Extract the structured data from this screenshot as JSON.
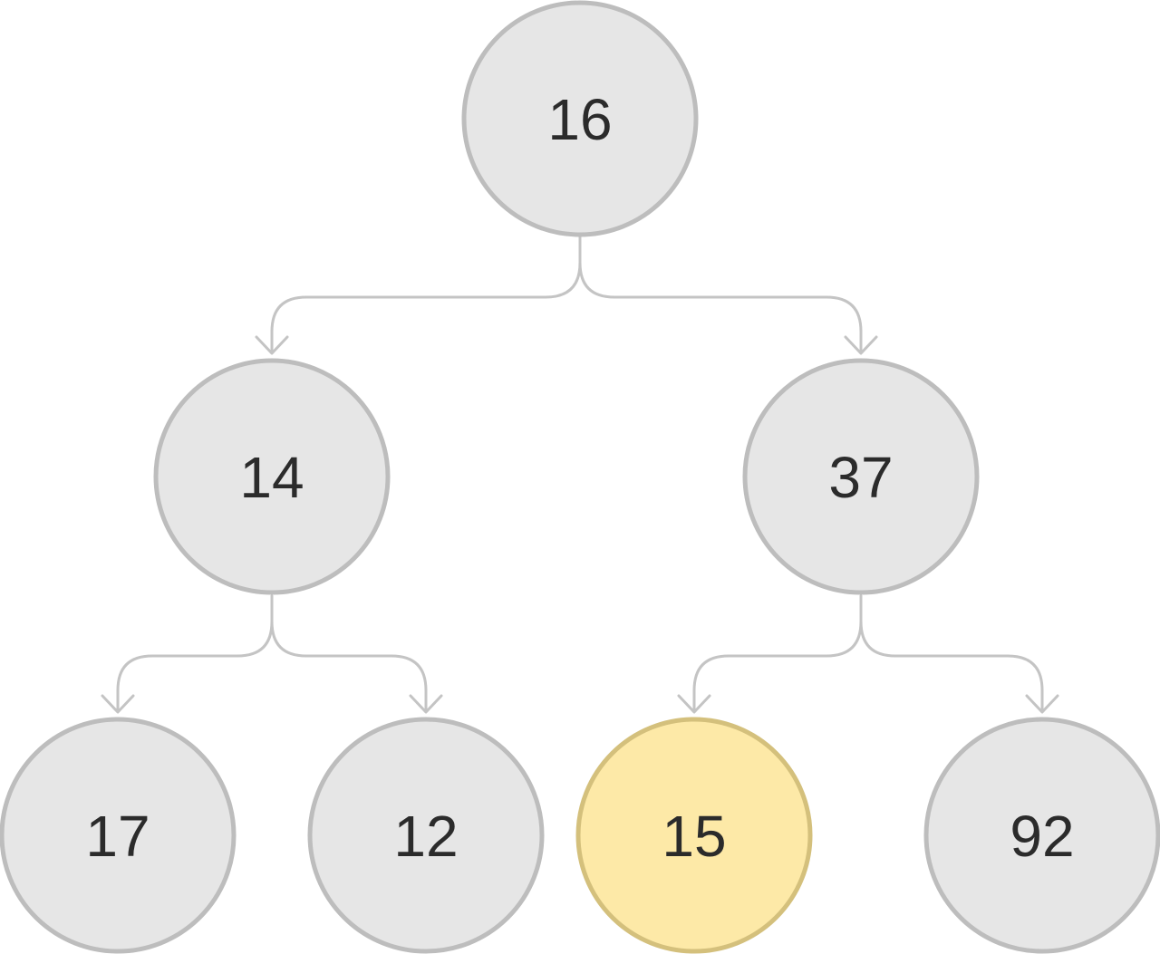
{
  "colors": {
    "node_fill": "#e6e6e6",
    "node_stroke": "#bdbdbd",
    "highlight_fill": "#fde9a7",
    "highlight_stroke": "#d4c07c",
    "edge": "#c4c4c4",
    "text": "#2b2b2b"
  },
  "tree": {
    "root": {
      "label": "16",
      "highlighted": false
    },
    "left": {
      "label": "14",
      "highlighted": false
    },
    "right": {
      "label": "37",
      "highlighted": false
    },
    "left_left": {
      "label": "17",
      "highlighted": false
    },
    "left_right": {
      "label": "12",
      "highlighted": false
    },
    "right_left": {
      "label": "15",
      "highlighted": true
    },
    "right_right": {
      "label": "92",
      "highlighted": false
    }
  }
}
